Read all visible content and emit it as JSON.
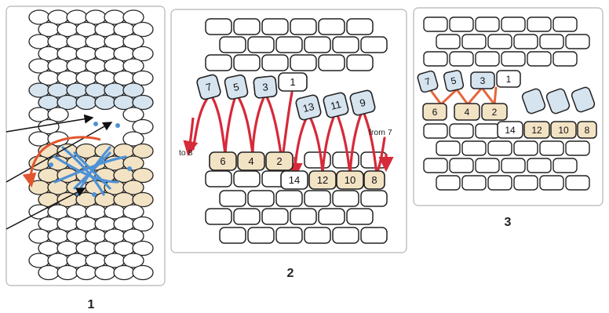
{
  "panels": [
    {
      "caption": "1",
      "colors": {
        "highlight_blue": "#d6e4ef",
        "highlight_tan": "#f3e3c5",
        "weave_blue": "#4e92d6",
        "arrow_red": "#e2552f"
      }
    },
    {
      "caption": "2",
      "upper_row": [
        "7",
        "5",
        "3",
        "1"
      ],
      "slanted_row": [
        "13",
        "11",
        "9"
      ],
      "lower_row": [
        "6",
        "4",
        "2",
        "14",
        "12",
        "10",
        "8"
      ],
      "annotations": {
        "left": "to 8",
        "right": "from 7"
      },
      "colors": {
        "thread_red": "#d62a3a",
        "blue_block": "#d6e4ef",
        "tan_block": "#f3e3c5"
      }
    },
    {
      "caption": "3",
      "upper_row": [
        "7",
        "5",
        "3",
        "1"
      ],
      "lower_row": [
        "6",
        "4",
        "2",
        "14",
        "12",
        "10",
        "8"
      ],
      "colors": {
        "connector_orange": "#e8653a",
        "blue_block": "#d6e4ef",
        "tan_block": "#f3e3c5"
      }
    }
  ]
}
